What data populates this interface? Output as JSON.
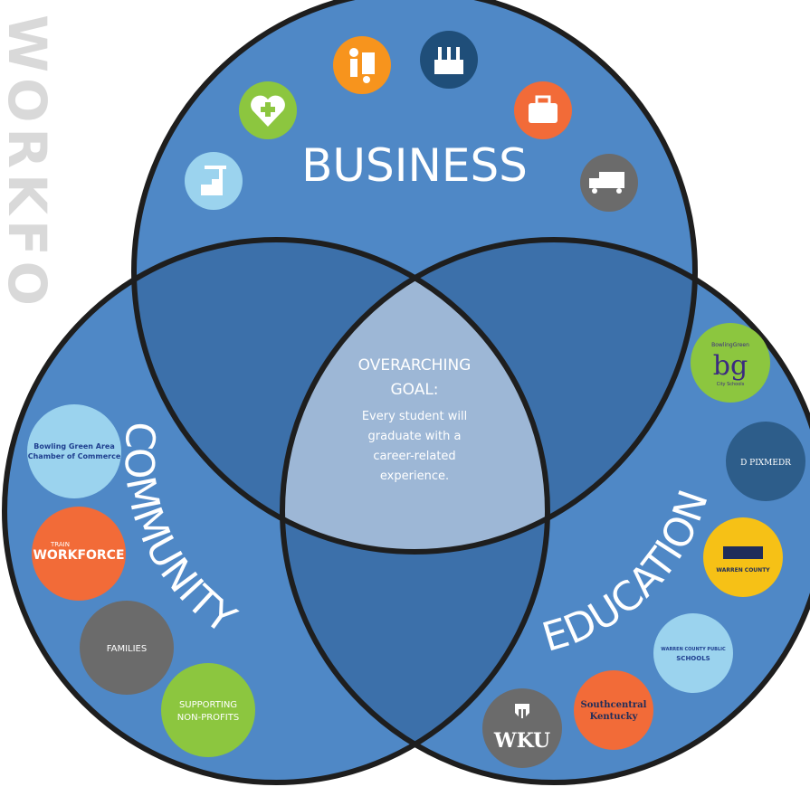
{
  "side_title": "WORKFO",
  "circles": {
    "business": "BUSINESS",
    "community": "COMMUNITY",
    "education": "EDUCATION"
  },
  "center": {
    "heading_line1": "OVERARCHING",
    "heading_line2": "GOAL:",
    "body_lines": [
      "Every student will",
      "graduate with a",
      "career-related",
      "experience."
    ]
  },
  "community_partners": [
    {
      "label_lines": [
        "Bowling Green Area",
        "Chamber of Commerce"
      ],
      "color": "#9bd3ee",
      "text_color": "#1f3f8f"
    },
    {
      "label_lines": [
        "TRAIN",
        "WORKFORCE"
      ],
      "color": "#f26b38",
      "text_color": "#ffffff"
    },
    {
      "label_lines": [
        "FAMILIES"
      ],
      "color": "#6b6b6b",
      "text_color": "#ffffff"
    },
    {
      "label_lines": [
        "SUPPORTING",
        "NON-PROFITS"
      ],
      "color": "#8cc63f",
      "text_color": "#ffffff"
    }
  ],
  "education_partners": [
    {
      "label_lines": [
        "BowlingGreen",
        "bg",
        "City Schools"
      ],
      "color": "#8cc63f",
      "text_color": "#3b2a80"
    },
    {
      "label_lines": [
        "D PIXMEDR"
      ],
      "color": "#2d5d8a",
      "text_color": "#ffffff"
    },
    {
      "label_lines": [
        "WARREN COUNTY"
      ],
      "color": "#f6c116",
      "text_color": "#1f2d5a"
    },
    {
      "label_lines": [
        "WARREN COUNTY PUBLIC",
        "SCHOOLS"
      ],
      "color": "#9bd3ee",
      "text_color": "#1f3f8f"
    },
    {
      "label_lines": [
        "Southcentral",
        "Kentucky"
      ],
      "color": "#f26b38",
      "text_color": "#1f2d5a"
    },
    {
      "label_lines": [
        "WKU"
      ],
      "color": "#6b6b6b",
      "text_color": "#ffffff"
    }
  ],
  "business_icons": [
    {
      "icon": "loading-crane-icon",
      "color": "#9bd3ee"
    },
    {
      "icon": "heart-health-icon",
      "color": "#8cc63f"
    },
    {
      "icon": "hand-truck-worker-icon",
      "color": "#f7941d"
    },
    {
      "icon": "factory-icon",
      "color": "#1f4e79"
    },
    {
      "icon": "briefcase-icon",
      "color": "#f26b38"
    },
    {
      "icon": "delivery-truck-icon",
      "color": "#6b6b6b"
    }
  ],
  "colors": {
    "circle_fill": "#4f88c6",
    "overlap_fill": "#3c70aa",
    "center_fill": "#9db7d6",
    "outline": "#1e1e1e"
  }
}
